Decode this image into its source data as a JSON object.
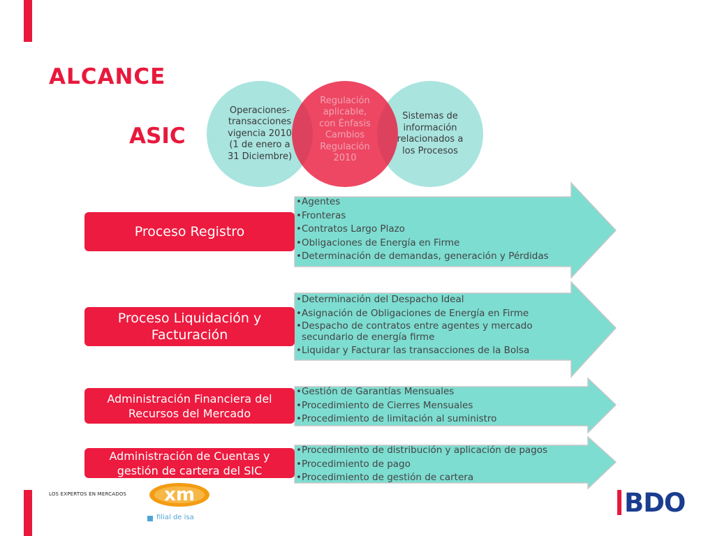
{
  "slide": {
    "title": "ALCANCE",
    "subtitle": "ASIC"
  },
  "circles": [
    {
      "text": "Operaciones-transacciones vigencia 2010 (1 de enero a 31 Diciembre)"
    },
    {
      "text": "Regulación aplicable, con Énfasis Cambios Regulación 2010"
    },
    {
      "text": "Sistemas de información relacionados a los Procesos"
    }
  ],
  "processes": [
    {
      "label": "Proceso Registro",
      "items": [
        "Agentes",
        "Fronteras",
        "Contratos Largo Plazo",
        "Obligaciones de Energía en Firme",
        "Determinación de demandas, generación y Pérdidas"
      ]
    },
    {
      "label": "Proceso Liquidación y Facturación",
      "items": [
        "Determinación del Despacho Ideal",
        "Asignación de Obligaciones de Energía en Firme",
        "Despacho de contratos entre agentes y mercado secundario de energía firme",
        "Liquidar y Facturar las transacciones de la Bolsa"
      ]
    },
    {
      "label": "Administración Financiera del Recursos del Mercado",
      "items": [
        "Gestión de Garantías Mensuales",
        "Procedimiento de Cierres Mensuales",
        "Procedimiento de limitación al suministro"
      ]
    },
    {
      "label": "Administración de Cuentas y gestión de cartera del SIC",
      "items": [
        "Procedimiento de distribución y aplicación de pagos",
        "Procedimiento de pago",
        "Procedimiento de gestión de cartera"
      ]
    }
  ],
  "logos": {
    "xm_tagline": "LOS EXPERTOS EN MERCADOS",
    "xm_name": "xm",
    "xm_subtitle": "filial de isa",
    "bdo": "BDO"
  },
  "colors": {
    "accent_red": "#e8193c",
    "teal": "#7dddd1",
    "bdo_blue": "#1a3d8f",
    "isa_blue": "#4fa3d8"
  }
}
